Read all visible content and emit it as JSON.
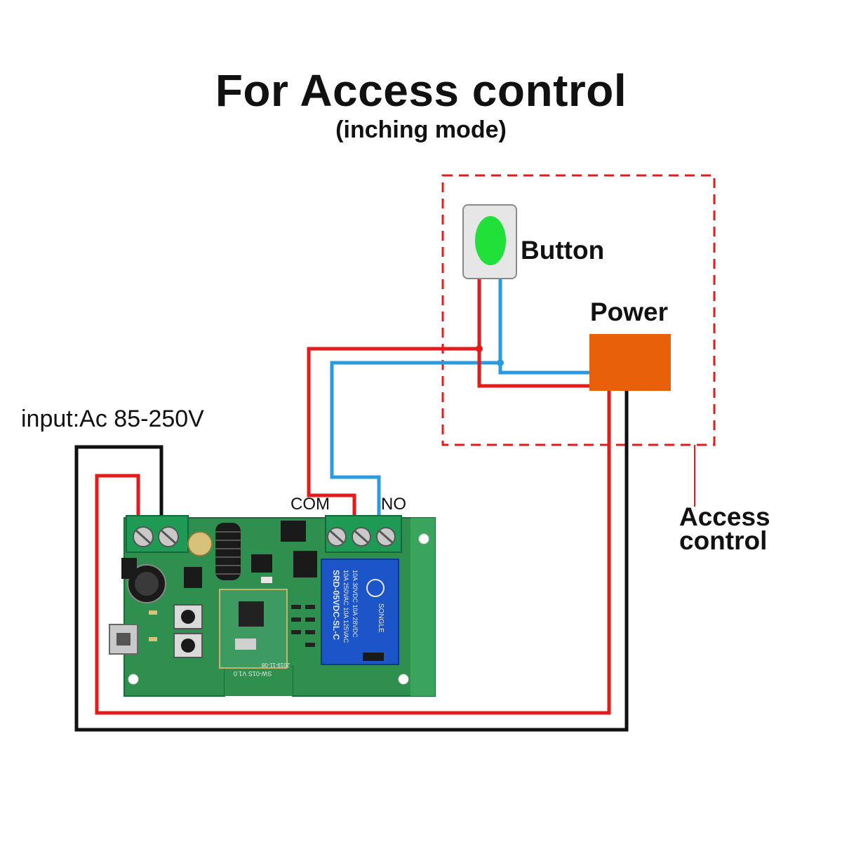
{
  "title": "For Access control",
  "subtitle": "(inching mode)",
  "labels": {
    "input": "input:Ac 85-250V",
    "com": "COM",
    "no": "NO",
    "button": "Button",
    "power": "Power",
    "access_line1": "Access",
    "access_line2": "control"
  },
  "board_print": {
    "relay_line1": "SRD-05VDC-SL-C",
    "relay_line2": "10A 250VAC 10A 125VAC",
    "relay_line3": "10A 30VDC 10A 28VDC",
    "relay_brand": "SONGLE",
    "module_code": "SW-01S V1.0",
    "module_date": "2019-11-08"
  },
  "colors": {
    "live_wire": "#e41b1b",
    "neutral_wire": "#111111",
    "signal_wire": "#2b9be0",
    "power_box": "#e8600a",
    "button_led": "#22e03a",
    "pcb": "#2f8f4f",
    "terminal_block": "#1f9a55",
    "relay": "#1b55c8",
    "dashed_border": "#e41b1b"
  }
}
